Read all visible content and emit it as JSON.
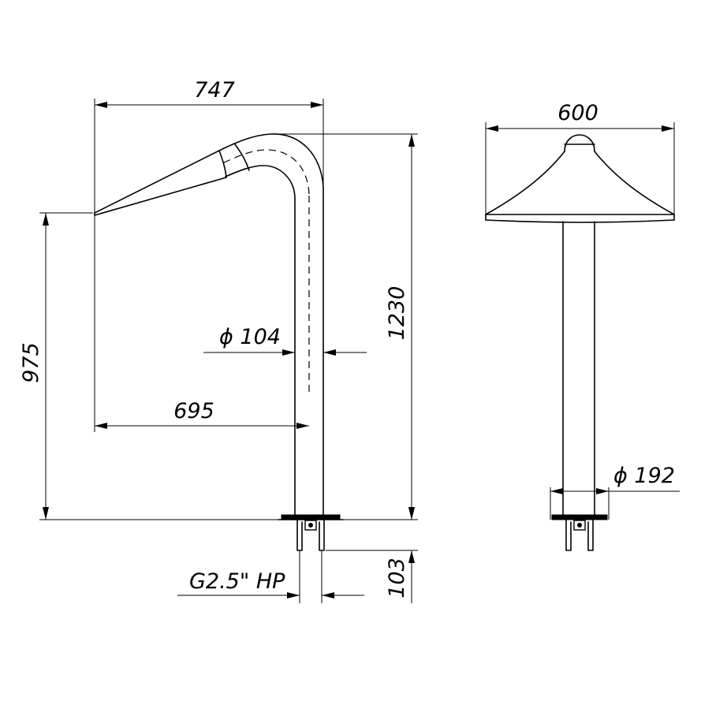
{
  "dimensions": {
    "overall_reach": "747",
    "spout_reach": "695",
    "spout_height": "975",
    "total_height": "1230",
    "pipe_diameter": "ϕ 104",
    "connection": "G2.5\" HP",
    "base_depth": "103",
    "nozzle_width": "600",
    "base_diameter": "ϕ 192"
  }
}
